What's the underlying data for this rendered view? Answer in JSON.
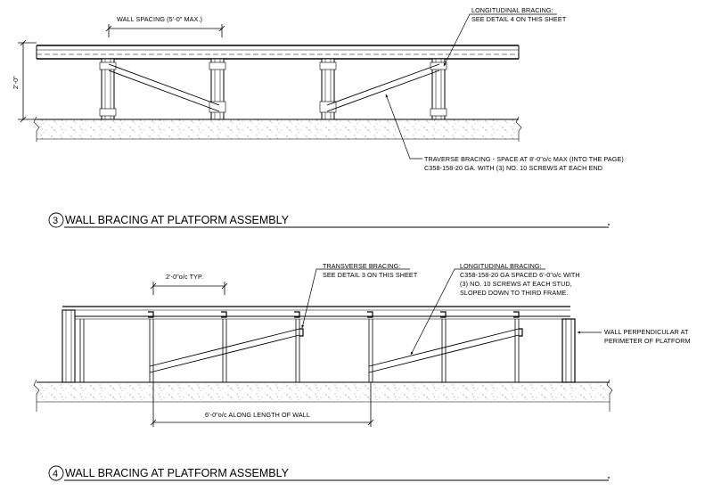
{
  "detail3": {
    "number": "3",
    "title": "WALL BRACING AT PLATFORM ASSEMBLY",
    "dim_wall_spacing": "WALL SPACING (5'-0\" MAX.)",
    "dim_height": "2'-0\"",
    "longitudinal_bracing": [
      "LONGITUDINAL BRACING:",
      "SEE DETAIL 4 ON THIS SHEET"
    ],
    "traverse_bracing": [
      "TRAVERSE BRACING - SPACE AT 8'-0\"o/c MAX (INTO THE PAGE)",
      "C358-158-20 GA. WITH (3) NO. 10 SCREWS AT EACH END"
    ]
  },
  "detail4": {
    "number": "4",
    "title": "WALL BRACING AT PLATFORM ASSEMBLY",
    "dim_typ": "2'-0\"o/c TYP.",
    "dim_length": "6'-0\"o/c ALONG LENGTH OF WALL",
    "transverse_bracing": [
      "TRANSVERSE BRACING:",
      "SEE DETAIL 3 ON THIS SHEET"
    ],
    "longitudinal_bracing": [
      "LONGITUDINAL BRACING:",
      "C358-158-20 GA SPACED 6'-0\"o/c WITH",
      "(3) NO. 10 SCREWS AT EACH STUD,",
      "SLOPED DOWN TO THIRD FRAME."
    ],
    "wall_perpendicular": [
      "WALL PERPENDICULAR AT",
      "PERIMETER OF PLATFORM"
    ]
  }
}
